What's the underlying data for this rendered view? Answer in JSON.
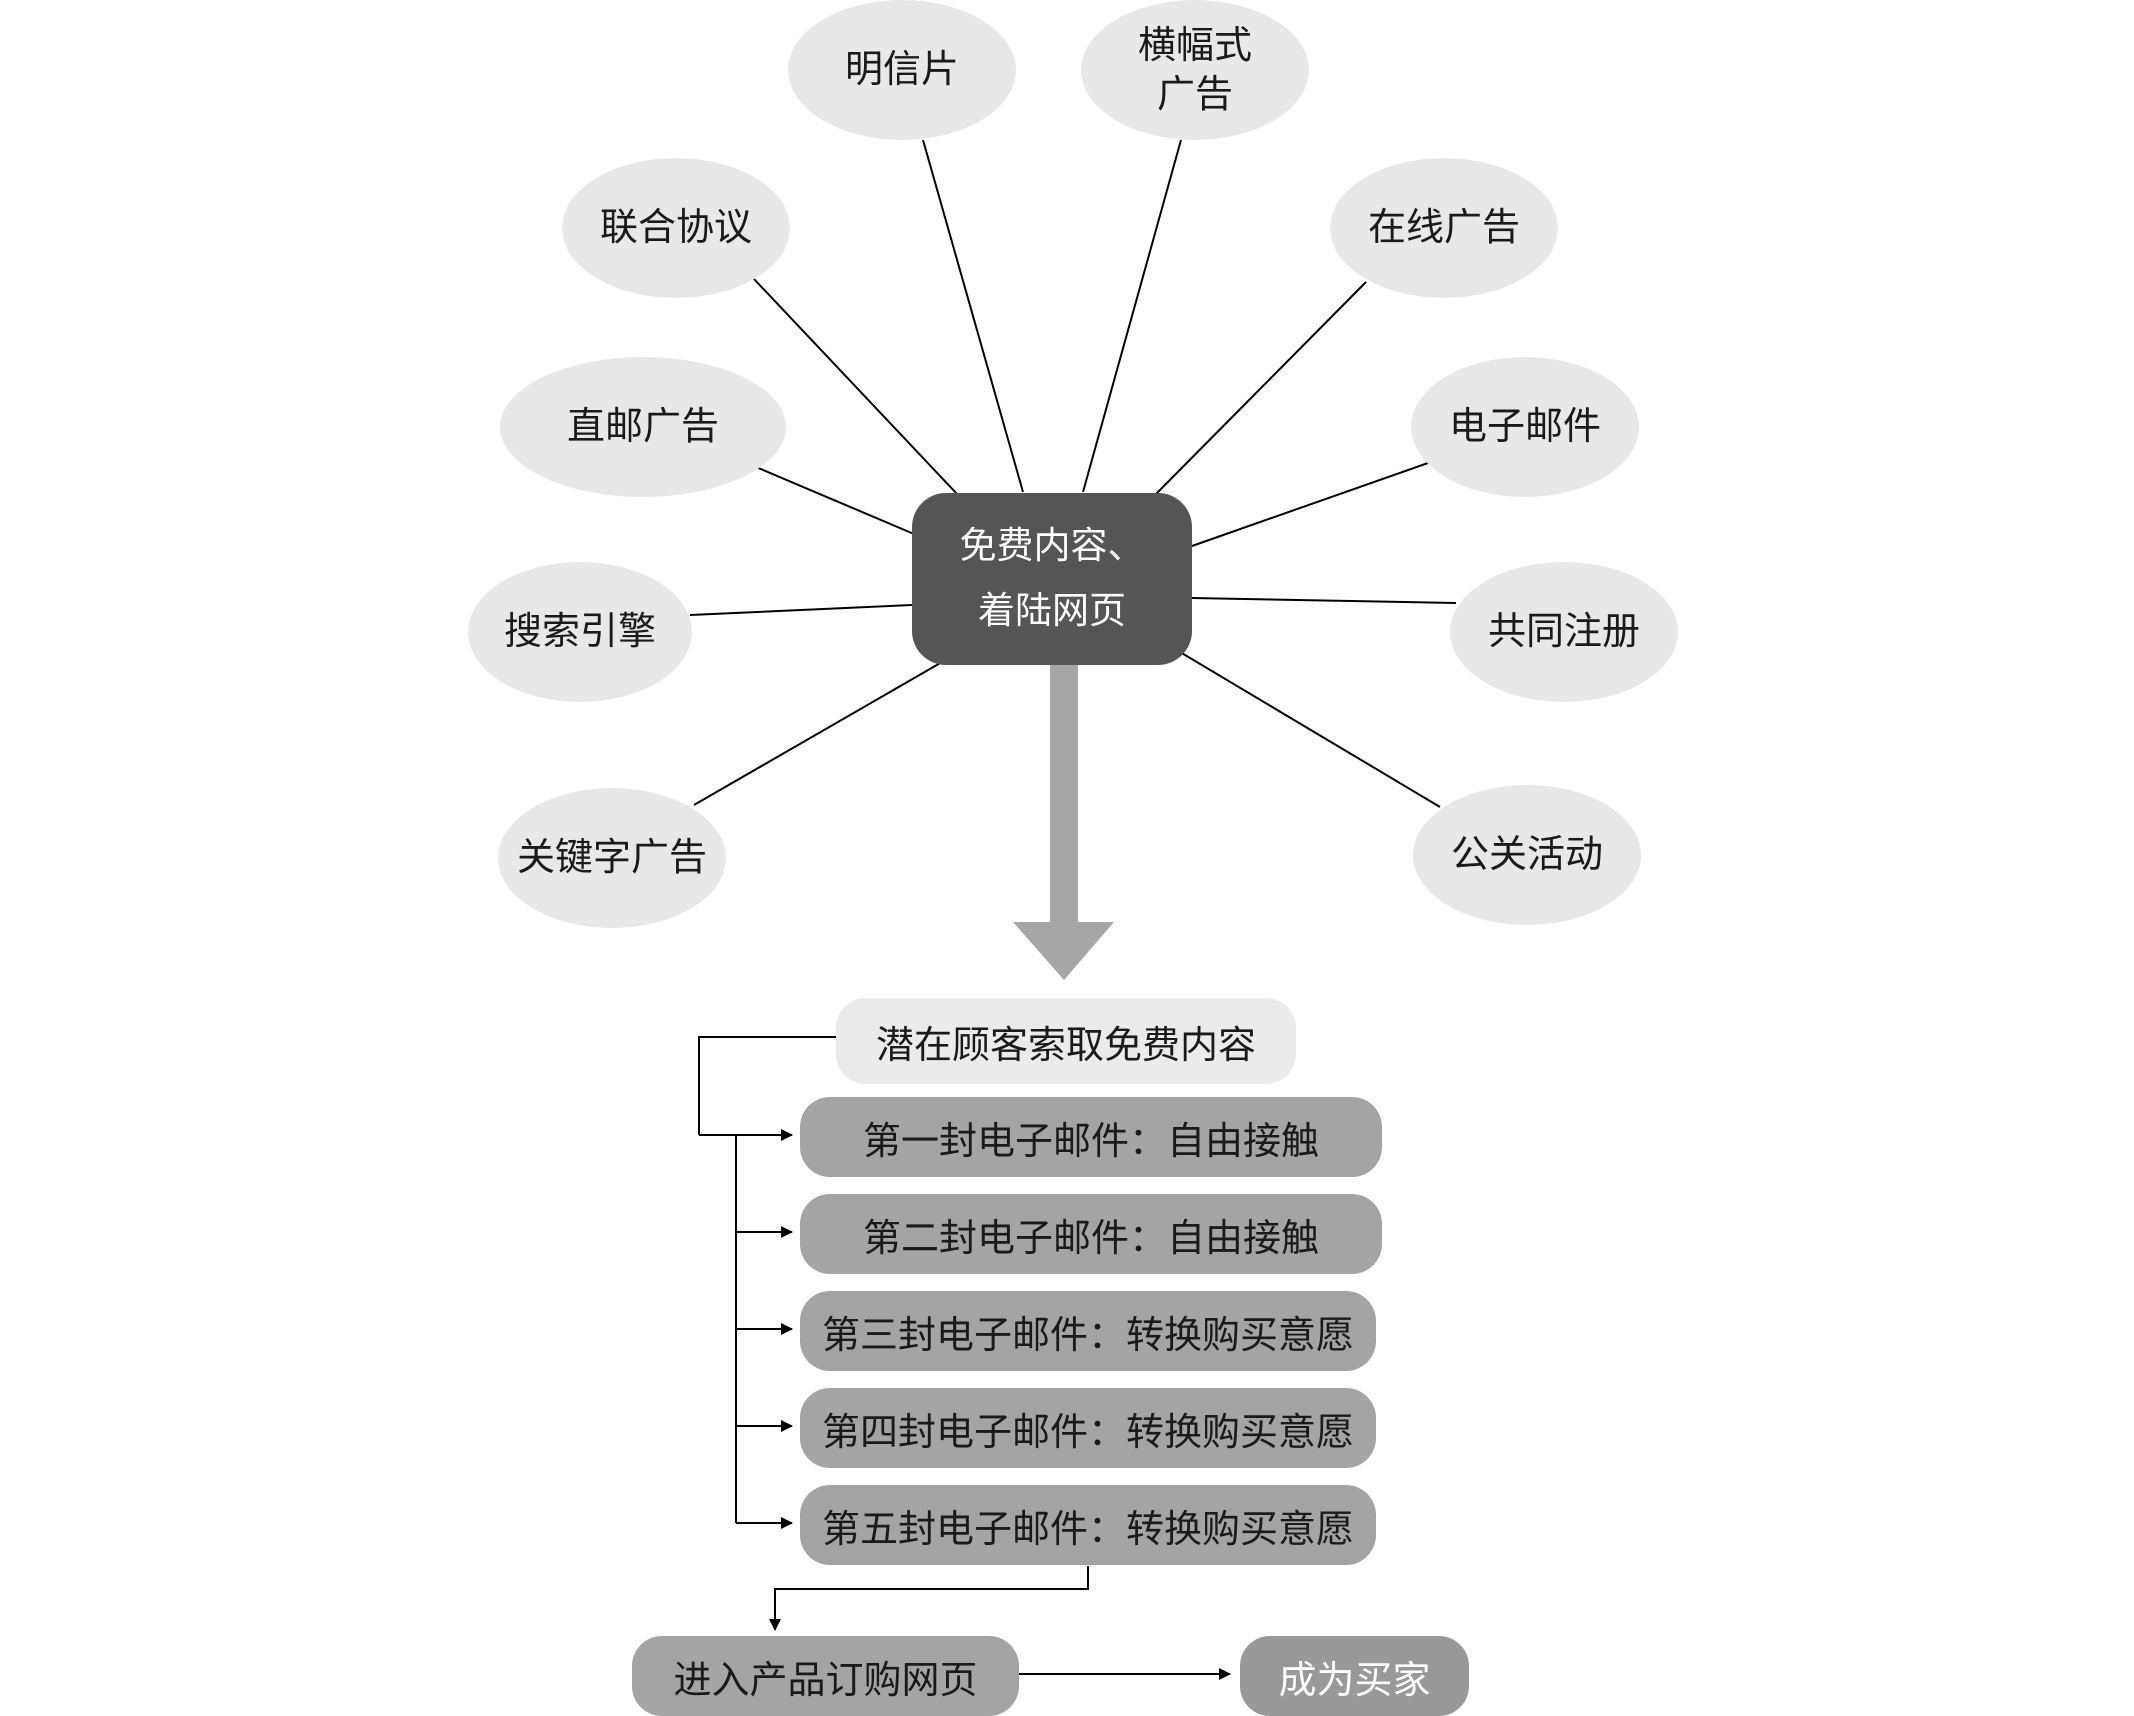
{
  "hub": {
    "label": "免费内容、\n着陆网页"
  },
  "channels": [
    {
      "id": "postcard",
      "label": "明信片"
    },
    {
      "id": "banner-ads",
      "label": "横幅式\n广告"
    },
    {
      "id": "affiliate",
      "label": "联合协议"
    },
    {
      "id": "online-ads",
      "label": "在线广告"
    },
    {
      "id": "direct-mail",
      "label": "直邮广告"
    },
    {
      "id": "email",
      "label": "电子邮件"
    },
    {
      "id": "search-engine",
      "label": "搜索引擎"
    },
    {
      "id": "co-registration",
      "label": "共同注册"
    },
    {
      "id": "keyword-ads",
      "label": "关键字广告"
    },
    {
      "id": "pr-events",
      "label": "公关活动"
    }
  ],
  "flow": {
    "request": "潜在顾客索取免费内容",
    "emails": [
      "第一封电子邮件：自由接触",
      "第二封电子邮件：自由接触",
      "第三封电子邮件：转换购买意愿",
      "第四封电子邮件：转换购买意愿",
      "第五封电子邮件：转换购买意愿"
    ],
    "order_page": "进入产品订购网页",
    "buyer": "成为买家"
  },
  "colors": {
    "oval_fill": "#e8e8e8",
    "hub_fill": "#555555",
    "email_fill": "#a4a4a4",
    "buyer_fill": "#999999",
    "big_arrow": "#a6a6a6"
  }
}
